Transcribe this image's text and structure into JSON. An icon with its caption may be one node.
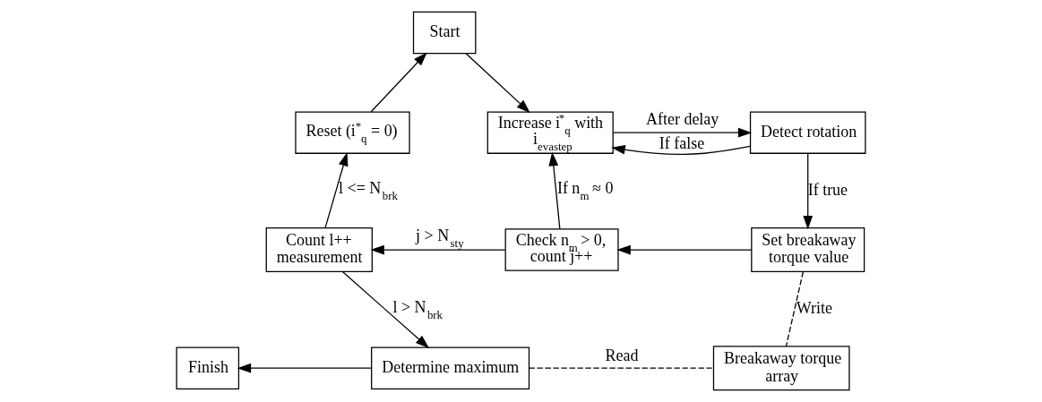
{
  "diagram": {
    "nodes": [
      {
        "text": [
          "Start"
        ]
      },
      {
        "text": [
          "Reset (i$^{*}$$_{q}$ = 0)"
        ]
      },
      {
        "text": [
          "Increase i$^{*}$$_{q}$ with i$_{evastep}$"
        ]
      },
      {
        "text": [
          "Detect rotation"
        ]
      },
      {
        "text": [
          "Count l++ measurement"
        ]
      },
      {
        "text": [
          "Check n$_{m}$ > 0, count j++"
        ]
      },
      {
        "text": [
          "Set breakaway torque value"
        ]
      },
      {
        "text": [
          "Finish"
        ]
      },
      {
        "text": [
          "Determine maximum"
        ]
      },
      {
        "text": [
          "Breakaway torque array"
        ]
      }
    ],
    "edges": [
      {
        "from": 1,
        "to": 0,
        "arrow": "to"
      },
      {
        "from": 0,
        "to": 2,
        "arrow": "to"
      },
      {
        "from": 2,
        "to": 3,
        "arrow": "to",
        "label": "After delay"
      },
      {
        "from": 3,
        "to": 2,
        "arrow": "to",
        "label": "If false"
      },
      {
        "from": 3,
        "to": 6,
        "arrow": "to",
        "label": "If true"
      },
      {
        "from": 6,
        "to": 5,
        "arrow": "to"
      },
      {
        "from": 5,
        "to": 2,
        "arrow": "to",
        "label": "If n$_{m}$ ≈ 0"
      },
      {
        "from": 5,
        "to": 4,
        "arrow": "to",
        "label": "j > N$_{sty}$"
      },
      {
        "from": 4,
        "to": 1,
        "arrow": "to",
        "label": "l <= N$_{brk}$"
      },
      {
        "from": 4,
        "to": 8,
        "arrow": "to",
        "label": "l > N$_{brk}$"
      },
      {
        "from": 8,
        "to": 7,
        "arrow": "to"
      },
      {
        "from": 6,
        "to": 9,
        "arrow": "none",
        "style": "dashed",
        "label": "Write"
      },
      {
        "from": 8,
        "to": 9,
        "arrow": "none",
        "style": "dashed",
        "label": "Read"
      }
    ]
  }
}
